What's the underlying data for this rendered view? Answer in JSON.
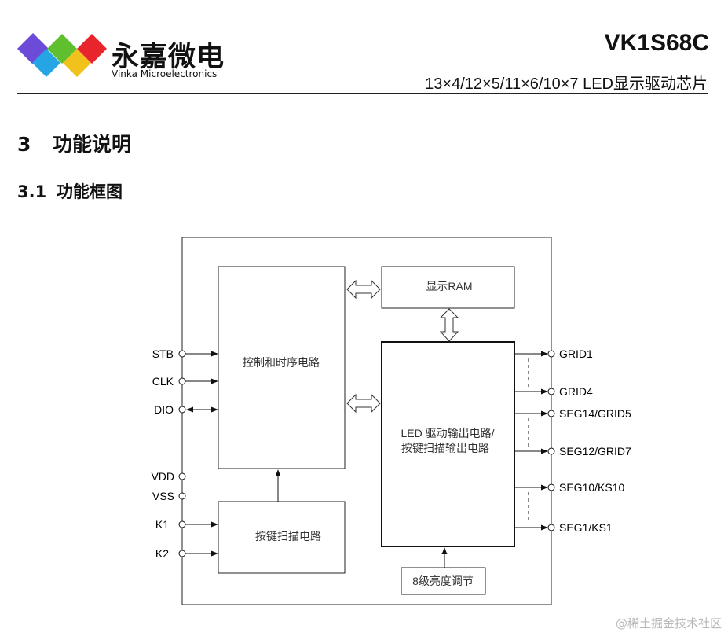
{
  "header": {
    "brand_cn": "永嘉微电",
    "brand_en": "Vinka Microelectronics",
    "model": "VK1S68C",
    "subtitle": "13×4/12×5/11×6/10×7  LED显示驱动芯片",
    "logo_colors": [
      "#6b4bd8",
      "#26a5e4",
      "#5fbf2f",
      "#f2c21c",
      "#e8242c"
    ]
  },
  "section": {
    "number": "3",
    "title": "功能说明"
  },
  "subsection": {
    "number": "3.1",
    "title": "功能框图"
  },
  "diagram": {
    "blocks": {
      "control": "控制和时序电路",
      "ram": "显示RAM",
      "driver_line1": "LED 驱动输出电路/",
      "driver_line2": "按键扫描输出电路",
      "keyscan": "按键扫描电路",
      "brightness": "8级亮度调节"
    },
    "pins_left": [
      "STB",
      "CLK",
      "DIO",
      "VDD",
      "VSS",
      "K1",
      "K2"
    ],
    "pins_right": [
      "GRID1",
      "GRID4",
      "SEG14/GRID5",
      "SEG12/GRID7",
      "SEG10/KS10",
      "SEG1/KS1"
    ]
  },
  "watermark": "@稀土掘金技术社区"
}
